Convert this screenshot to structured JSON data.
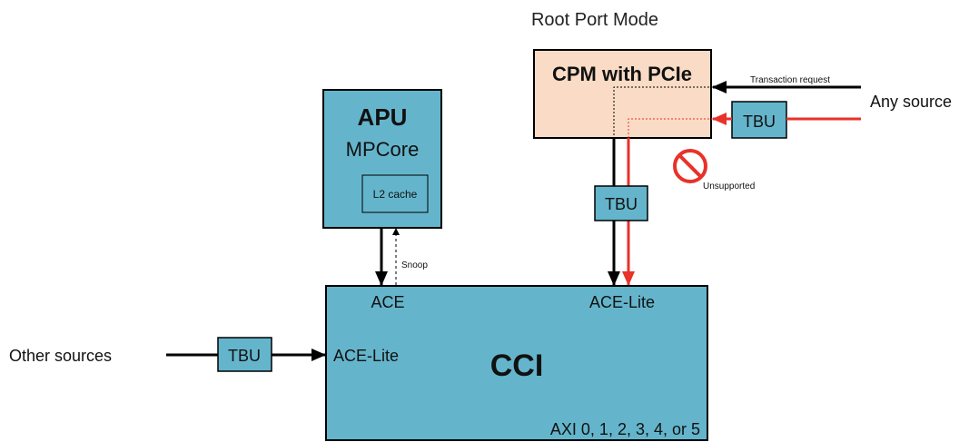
{
  "title": "Root Port Mode",
  "cpm": {
    "label": "CPM with PCIe"
  },
  "apu": {
    "label": "APU",
    "sublabel": "MPCore",
    "cache_label": "L2 cache"
  },
  "cci": {
    "label": "CCI",
    "port_ace": "ACE",
    "port_ace_lite_top": "ACE-Lite",
    "port_ace_lite_left": "ACE-Lite",
    "axi_label": "AXI 0, 1, 2, 3, 4, or 5"
  },
  "tbu_label": "TBU",
  "sources": {
    "any_source": "Any source",
    "other_sources": "Other sources"
  },
  "annotations": {
    "transaction_request": "Transaction request",
    "snoop": "Snoop",
    "unsupported": "Unsupported"
  },
  "colors": {
    "cpm_fill": "#fadbc5",
    "block_fill": "#64b5cc",
    "unsupported_red": "#e8322a",
    "line": "#000000"
  }
}
